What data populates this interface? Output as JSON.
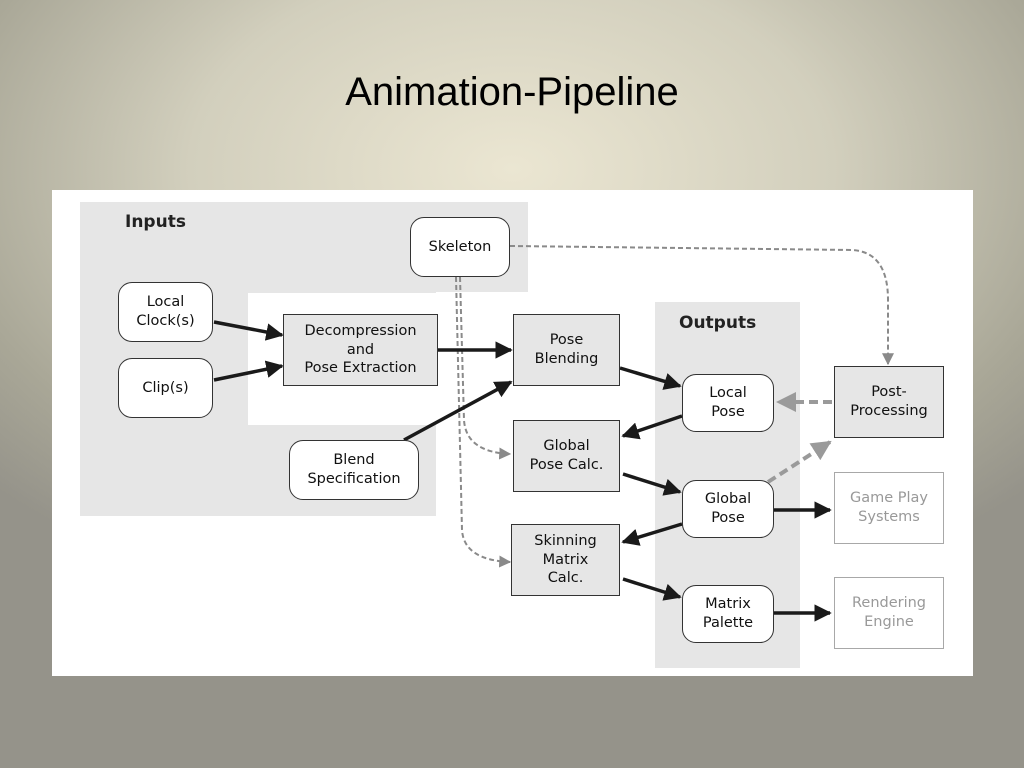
{
  "slide": {
    "title": "Animation-Pipeline"
  },
  "regions": {
    "inputs": "Inputs",
    "outputs": "Outputs"
  },
  "nodes": {
    "skeleton": "Skeleton",
    "local_clock": "Local\nClock(s)",
    "clips": "Clip(s)",
    "decompression": "Decompression\nand\nPose Extraction",
    "pose_blending": "Pose\nBlending",
    "blend_spec": "Blend\nSpecification",
    "global_pose_calc": "Global\nPose Calc.",
    "skinning_matrix_calc": "Skinning\nMatrix\nCalc.",
    "local_pose": "Local\nPose",
    "global_pose": "Global\nPose",
    "matrix_palette": "Matrix\nPalette",
    "post_processing": "Post-\nProcessing",
    "game_play_systems": "Game Play\nSystems",
    "rendering_engine": "Rendering\nEngine"
  },
  "colors": {
    "region_fill": "#e6e6e6",
    "box_fill": "#e6e6e6",
    "arrow_solid": "#1a1a1a",
    "arrow_dashed": "#9a9a9a",
    "faded_text": "#999999"
  }
}
